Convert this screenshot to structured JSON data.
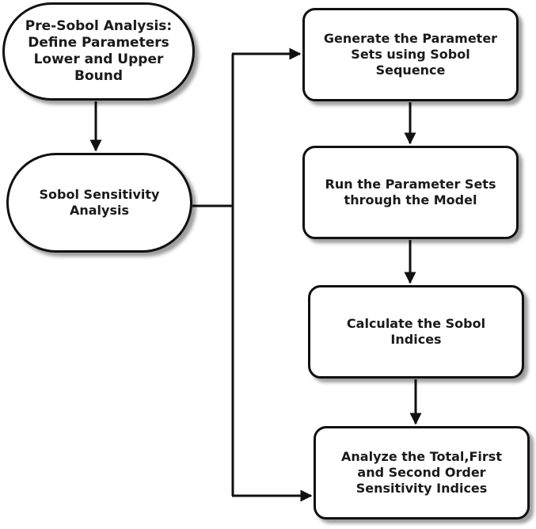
{
  "nodes": {
    "presobol": "Pre-Sobol Analysis:\nDefine Parameters\nLower and Upper\nBound",
    "sobol": "Sobol Sensitivity\nAnalysis",
    "generate": "Generate the Parameter\nSets using Sobol\nSequence",
    "run": "Run the Parameter Sets\nthrough the Model",
    "calc": "Calculate the Sobol\nIndices",
    "analyze": "Analyze the Total,First\nand Second Order\nSensitivity Indices"
  },
  "colors": {
    "stroke": "#111111",
    "fill": "#ffffff",
    "text": "#1a1a1a"
  }
}
